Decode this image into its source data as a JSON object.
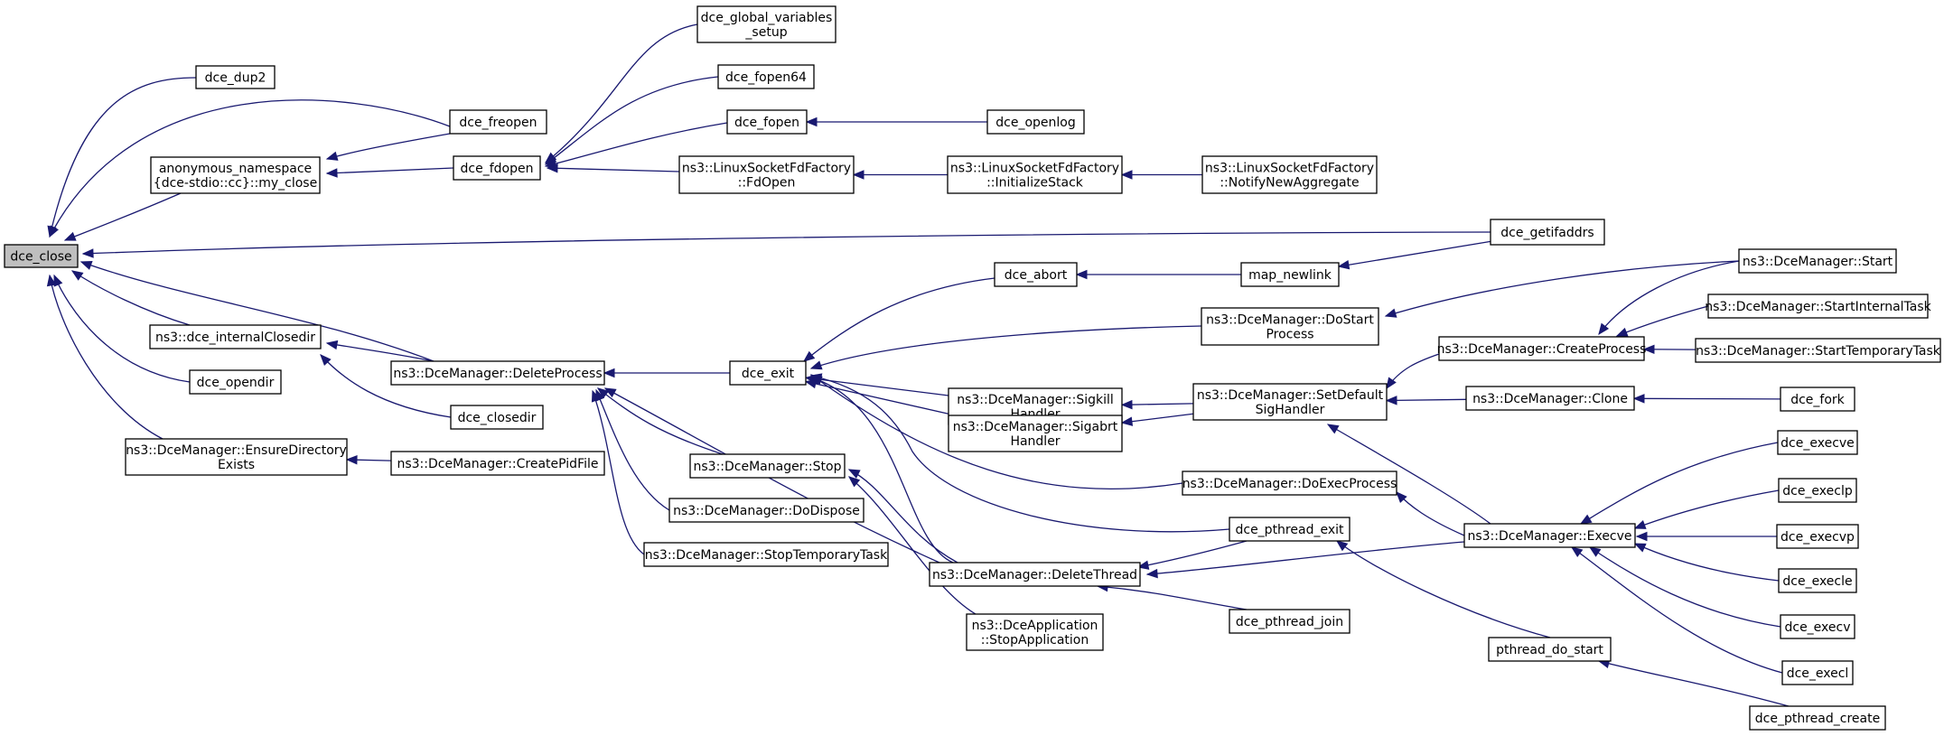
{
  "graph": {
    "root": "dce_close",
    "nodes": [
      {
        "id": "dce_close",
        "lines": [
          "dce_close"
        ],
        "root": true
      },
      {
        "id": "dce_dup2",
        "lines": [
          "dce_dup2"
        ]
      },
      {
        "id": "dce_freopen",
        "lines": [
          "dce_freopen"
        ]
      },
      {
        "id": "my_close",
        "lines": [
          "anonymous_namespace",
          "{dce-stdio::cc}::my_close"
        ]
      },
      {
        "id": "dce_fdopen",
        "lines": [
          "dce_fdopen"
        ]
      },
      {
        "id": "dce_global_variables_setup",
        "lines": [
          "dce_global_variables",
          "_setup"
        ]
      },
      {
        "id": "dce_fopen64",
        "lines": [
          "dce_fopen64"
        ]
      },
      {
        "id": "dce_fopen",
        "lines": [
          "dce_fopen"
        ]
      },
      {
        "id": "dce_openlog",
        "lines": [
          "dce_openlog"
        ]
      },
      {
        "id": "fdfactory_fdopen",
        "lines": [
          "ns3::LinuxSocketFdFactory",
          "::FdOpen"
        ]
      },
      {
        "id": "fdfactory_initstack",
        "lines": [
          "ns3::LinuxSocketFdFactory",
          "::InitializeStack"
        ]
      },
      {
        "id": "fdfactory_notify",
        "lines": [
          "ns3::LinuxSocketFdFactory",
          "::NotifyNewAggregate"
        ]
      },
      {
        "id": "dce_getifaddrs",
        "lines": [
          "dce_getifaddrs"
        ]
      },
      {
        "id": "dce_internalClosedir",
        "lines": [
          "ns3::dce_internalClosedir"
        ]
      },
      {
        "id": "dce_opendir",
        "lines": [
          "dce_opendir"
        ]
      },
      {
        "id": "dce_closedir",
        "lines": [
          "dce_closedir"
        ]
      },
      {
        "id": "deleteprocess",
        "lines": [
          "ns3::DceManager::DeleteProcess"
        ]
      },
      {
        "id": "ensuredir",
        "lines": [
          "ns3::DceManager::EnsureDirectory",
          "Exists"
        ]
      },
      {
        "id": "createpidfile",
        "lines": [
          "ns3::DceManager::CreatePidFile"
        ]
      },
      {
        "id": "dce_exit",
        "lines": [
          "dce_exit"
        ]
      },
      {
        "id": "dce_abort",
        "lines": [
          "dce_abort"
        ]
      },
      {
        "id": "map_newlink",
        "lines": [
          "map_newlink"
        ]
      },
      {
        "id": "dostartprocess",
        "lines": [
          "ns3::DceManager::DoStart",
          "Process"
        ]
      },
      {
        "id": "sigkill",
        "lines": [
          "ns3::DceManager::Sigkill",
          "Handler"
        ]
      },
      {
        "id": "sigabrt",
        "lines": [
          "ns3::DceManager::Sigabrt",
          "Handler"
        ]
      },
      {
        "id": "setdefaultsig",
        "lines": [
          "ns3::DceManager::SetDefault",
          "SigHandler"
        ]
      },
      {
        "id": "doexecprocess",
        "lines": [
          "ns3::DceManager::DoExecProcess"
        ]
      },
      {
        "id": "stop",
        "lines": [
          "ns3::DceManager::Stop"
        ]
      },
      {
        "id": "dodispose",
        "lines": [
          "ns3::DceManager::DoDispose"
        ]
      },
      {
        "id": "stoptemporarytask",
        "lines": [
          "ns3::DceManager::StopTemporaryTask"
        ]
      },
      {
        "id": "deletethread",
        "lines": [
          "ns3::DceManager::DeleteThread"
        ]
      },
      {
        "id": "stopapplication",
        "lines": [
          "ns3::DceApplication",
          "::StopApplication"
        ]
      },
      {
        "id": "dce_pthread_exit",
        "lines": [
          "dce_pthread_exit"
        ]
      },
      {
        "id": "dce_pthread_join",
        "lines": [
          "dce_pthread_join"
        ]
      },
      {
        "id": "createprocess",
        "lines": [
          "ns3::DceManager::CreateProcess"
        ]
      },
      {
        "id": "start",
        "lines": [
          "ns3::DceManager::Start"
        ]
      },
      {
        "id": "startinternaltask",
        "lines": [
          "ns3::DceManager::StartInternalTask"
        ]
      },
      {
        "id": "starttemporarytask",
        "lines": [
          "ns3::DceManager::StartTemporaryTask"
        ]
      },
      {
        "id": "clone",
        "lines": [
          "ns3::DceManager::Clone"
        ]
      },
      {
        "id": "dce_fork",
        "lines": [
          "dce_fork"
        ]
      },
      {
        "id": "execve_mgr",
        "lines": [
          "ns3::DceManager::Execve"
        ]
      },
      {
        "id": "dce_execve",
        "lines": [
          "dce_execve"
        ]
      },
      {
        "id": "dce_execlp",
        "lines": [
          "dce_execlp"
        ]
      },
      {
        "id": "dce_execvp",
        "lines": [
          "dce_execvp"
        ]
      },
      {
        "id": "dce_execle",
        "lines": [
          "dce_execle"
        ]
      },
      {
        "id": "dce_execv",
        "lines": [
          "dce_execv"
        ]
      },
      {
        "id": "dce_execl",
        "lines": [
          "dce_execl"
        ]
      },
      {
        "id": "pthread_do_start",
        "lines": [
          "pthread_do_start"
        ]
      },
      {
        "id": "dce_pthread_create",
        "lines": [
          "dce_pthread_create"
        ]
      }
    ],
    "edges": [
      {
        "from": "dce_dup2",
        "to": "dce_close"
      },
      {
        "from": "dce_freopen",
        "to": "dce_close"
      },
      {
        "from": "my_close",
        "to": "dce_close"
      },
      {
        "from": "dce_getifaddrs",
        "to": "dce_close"
      },
      {
        "from": "dce_internalClosedir",
        "to": "dce_close"
      },
      {
        "from": "deleteprocess",
        "to": "dce_close"
      },
      {
        "from": "dce_opendir",
        "to": "dce_close"
      },
      {
        "from": "ensuredir",
        "to": "dce_close"
      },
      {
        "from": "dce_freopen",
        "to": "my_close"
      },
      {
        "from": "dce_fdopen",
        "to": "my_close"
      },
      {
        "from": "dce_global_variables_setup",
        "to": "dce_fdopen"
      },
      {
        "from": "dce_fopen64",
        "to": "dce_fdopen"
      },
      {
        "from": "dce_fopen",
        "to": "dce_fdopen"
      },
      {
        "from": "fdfactory_fdopen",
        "to": "dce_fdopen"
      },
      {
        "from": "dce_openlog",
        "to": "dce_fopen"
      },
      {
        "from": "fdfactory_initstack",
        "to": "fdfactory_fdopen"
      },
      {
        "from": "fdfactory_notify",
        "to": "fdfactory_initstack"
      },
      {
        "from": "deleteprocess",
        "to": "dce_internalClosedir"
      },
      {
        "from": "dce_closedir",
        "to": "dce_internalClosedir"
      },
      {
        "from": "createpidfile",
        "to": "ensuredir"
      },
      {
        "from": "dce_exit",
        "to": "deleteprocess"
      },
      {
        "from": "stop",
        "to": "deleteprocess"
      },
      {
        "from": "dodispose",
        "to": "deleteprocess"
      },
      {
        "from": "stoptemporarytask",
        "to": "deleteprocess"
      },
      {
        "from": "deletethread",
        "to": "deleteprocess"
      },
      {
        "from": "dce_abort",
        "to": "dce_exit"
      },
      {
        "from": "dostartprocess",
        "to": "dce_exit"
      },
      {
        "from": "sigkill",
        "to": "dce_exit"
      },
      {
        "from": "sigabrt",
        "to": "dce_exit"
      },
      {
        "from": "doexecprocess",
        "to": "dce_exit"
      },
      {
        "from": "dce_pthread_exit",
        "to": "dce_exit"
      },
      {
        "from": "deletethread",
        "to": "dce_exit"
      },
      {
        "from": "map_newlink",
        "to": "dce_abort"
      },
      {
        "from": "dce_getifaddrs",
        "to": "map_newlink"
      },
      {
        "from": "start",
        "to": "dostartprocess"
      },
      {
        "from": "setdefaultsig",
        "to": "sigkill"
      },
      {
        "from": "setdefaultsig",
        "to": "sigabrt"
      },
      {
        "from": "createprocess",
        "to": "setdefaultsig"
      },
      {
        "from": "clone",
        "to": "setdefaultsig"
      },
      {
        "from": "execve_mgr",
        "to": "setdefaultsig"
      },
      {
        "from": "start",
        "to": "createprocess"
      },
      {
        "from": "startinternaltask",
        "to": "createprocess"
      },
      {
        "from": "starttemporarytask",
        "to": "createprocess"
      },
      {
        "from": "dce_fork",
        "to": "clone"
      },
      {
        "from": "execve_mgr",
        "to": "doexecprocess"
      },
      {
        "from": "deletethread",
        "to": "stop"
      },
      {
        "from": "stopapplication",
        "to": "stop"
      },
      {
        "from": "dce_pthread_exit",
        "to": "deletethread"
      },
      {
        "from": "dce_pthread_join",
        "to": "deletethread"
      },
      {
        "from": "execve_mgr",
        "to": "deletethread"
      },
      {
        "from": "pthread_do_start",
        "to": "dce_pthread_exit"
      },
      {
        "from": "dce_pthread_create",
        "to": "pthread_do_start"
      },
      {
        "from": "dce_execve",
        "to": "execve_mgr"
      },
      {
        "from": "dce_execlp",
        "to": "execve_mgr"
      },
      {
        "from": "dce_execvp",
        "to": "execve_mgr"
      },
      {
        "from": "dce_execle",
        "to": "execve_mgr"
      },
      {
        "from": "dce_execv",
        "to": "execve_mgr"
      },
      {
        "from": "dce_execl",
        "to": "execve_mgr"
      }
    ]
  }
}
